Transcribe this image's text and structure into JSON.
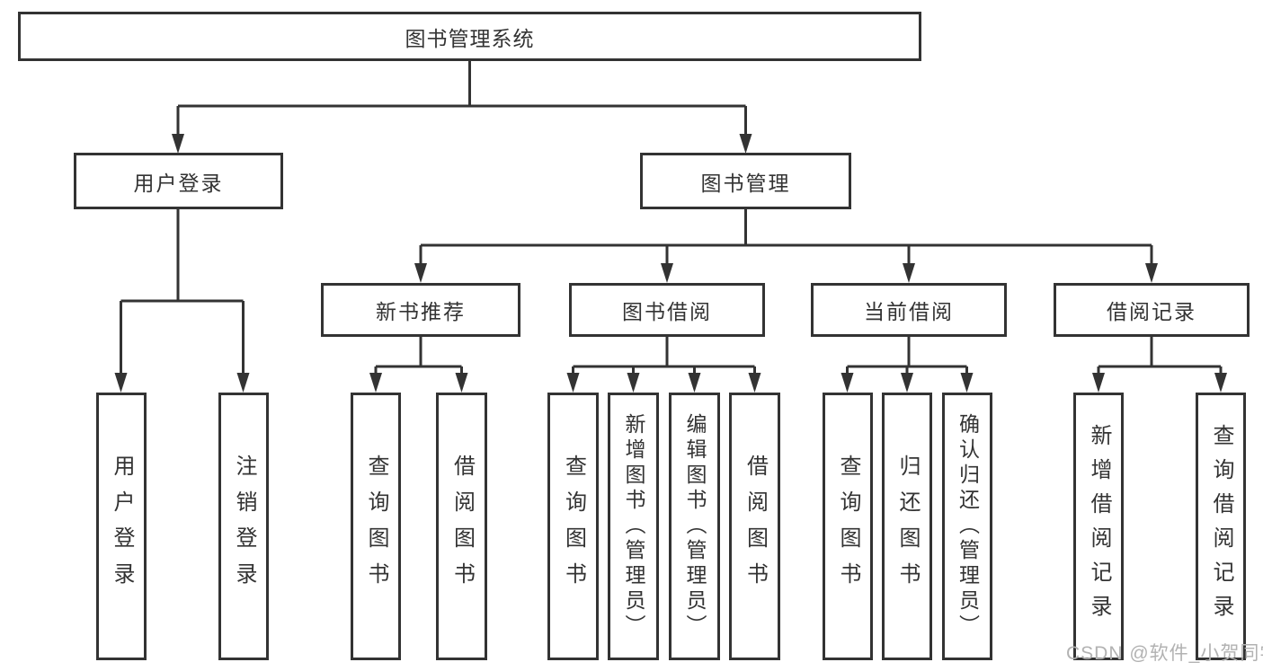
{
  "diagram": {
    "type": "hierarchy-tree",
    "line_color": "#333333",
    "text_color": "#333333",
    "background": "#ffffff"
  },
  "tree": {
    "label": "图书管理系统",
    "children": [
      {
        "label": "用户登录",
        "children": [
          {
            "label": "用户登录"
          },
          {
            "label": "注销登录"
          }
        ]
      },
      {
        "label": "图书管理",
        "children": [
          {
            "label": "新书推荐",
            "children": [
              {
                "label": "查询图书"
              },
              {
                "label": "借阅图书"
              }
            ]
          },
          {
            "label": "图书借阅",
            "children": [
              {
                "label": "查询图书"
              },
              {
                "label": "新增图书（管理员）"
              },
              {
                "label": "编辑图书（管理员）"
              },
              {
                "label": "借阅图书"
              }
            ]
          },
          {
            "label": "当前借阅",
            "children": [
              {
                "label": "查询图书"
              },
              {
                "label": "归还图书"
              },
              {
                "label": "确认归还（管理员）"
              }
            ]
          },
          {
            "label": "借阅记录",
            "children": [
              {
                "label": "新增借阅记录"
              },
              {
                "label": "查询借阅记录"
              }
            ]
          }
        ]
      }
    ]
  },
  "watermark": {
    "text": "CSDN @软件_小贺同学"
  }
}
